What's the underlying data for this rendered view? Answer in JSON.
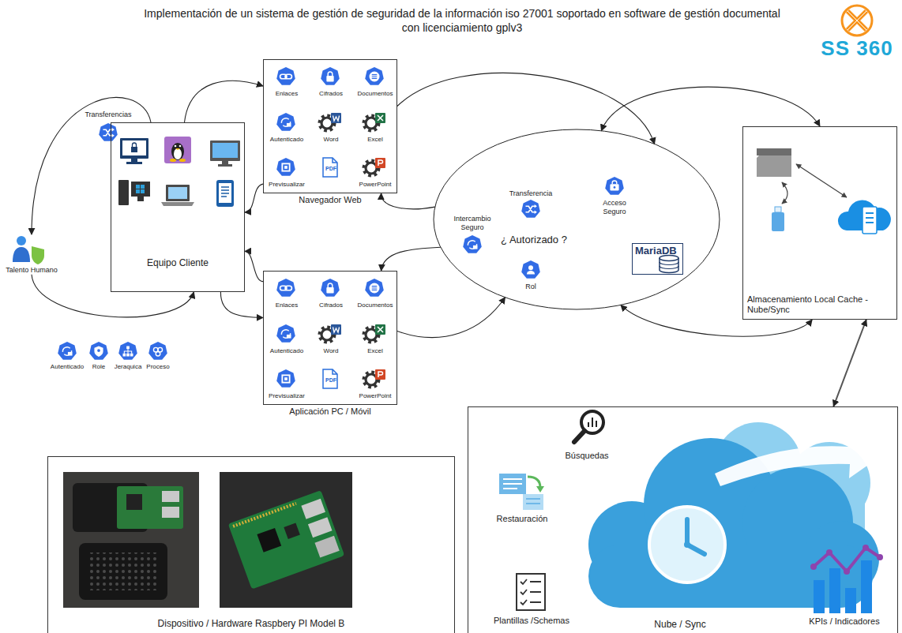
{
  "diagram": {
    "title": "Implementación de un sistema de gestión de seguridad de la información iso 27001 soportado en software de gestión documental con licenciamiento gplv3",
    "nodes": [
      {
        "text": [
          "Transferencias"
        ]
      },
      {
        "text": [
          "Navegador Web"
        ]
      },
      {
        "text": [
          "Enlaces"
        ],
        "in": 1
      },
      {
        "text": [
          "Cifrados"
        ],
        "in": 1
      },
      {
        "text": [
          "Documentos"
        ],
        "in": 1
      },
      {
        "text": [
          "Autenticado"
        ],
        "in": 1
      },
      {
        "text": [
          "Word"
        ],
        "in": 1
      },
      {
        "text": [
          "Excel"
        ],
        "in": 1
      },
      {
        "text": [
          "Previsualizar"
        ],
        "in": 1
      },
      {
        "text": [
          "PDF"
        ],
        "in": 1
      },
      {
        "text": [
          "PowerPoint"
        ],
        "in": 1
      },
      {
        "text": [
          "Talento Humano"
        ]
      },
      {
        "text": [
          "Equipo Cliente"
        ]
      },
      {
        "text": [
          "Autenticado"
        ]
      },
      {
        "text": [
          "Role"
        ]
      },
      {
        "text": [
          "Jeraquica"
        ]
      },
      {
        "text": [
          "Proceso"
        ]
      },
      {
        "text": [
          "Aplicación PC / Móvil"
        ]
      },
      {
        "text": [
          "Enlaces"
        ],
        "in": 17
      },
      {
        "text": [
          "Cifrados"
        ],
        "in": 17
      },
      {
        "text": [
          "Documentos"
        ],
        "in": 17
      },
      {
        "text": [
          "Autenticado"
        ],
        "in": 17
      },
      {
        "text": [
          "Word"
        ],
        "in": 17
      },
      {
        "text": [
          "Excel"
        ],
        "in": 17
      },
      {
        "text": [
          "Previsualizar"
        ],
        "in": 17
      },
      {
        "text": [
          "PDF"
        ],
        "in": 17
      },
      {
        "text": [
          "PowerPoint"
        ],
        "in": 17
      },
      {
        "text": [
          "¿ Autorizado ?"
        ]
      },
      {
        "text": [
          "Transferencia"
        ],
        "in": 27
      },
      {
        "text": [
          "Acceso Seguro"
        ],
        "in": 27
      },
      {
        "text": [
          "Intercambio Seguro"
        ],
        "in": 27
      },
      {
        "text": [
          "MariaDB"
        ],
        "in": 27
      },
      {
        "text": [
          "Rol"
        ],
        "in": 27
      },
      {
        "text": [
          "Almacenamiento Local Cache - Nube/Sync"
        ]
      },
      {
        "text": [
          "Dispositivo / Hardware Raspbery PI Model B"
        ]
      },
      {
        "text": [
          "Nube / Sync"
        ]
      },
      {
        "text": [
          "Búsquedas"
        ],
        "in": 35
      },
      {
        "text": [
          "Restauración"
        ],
        "in": 35
      },
      {
        "text": [
          "Plantillas /Schemas"
        ],
        "in": 35
      },
      {
        "text": [
          "KPIs / Indicadores"
        ],
        "in": 35
      }
    ],
    "edges": [
      {
        "from": 12,
        "to": 1,
        "arrow": "to"
      },
      {
        "from": 1,
        "to": 12,
        "arrow": "to"
      },
      {
        "from": 1,
        "to": 27,
        "arrow": "to"
      },
      {
        "from": 27,
        "to": 1,
        "arrow": "to"
      },
      {
        "from": 27,
        "to": 17,
        "arrow": "to"
      },
      {
        "from": 17,
        "to": 27,
        "arrow": "to"
      },
      {
        "from": 17,
        "to": 12,
        "arrow": "to"
      },
      {
        "from": 12,
        "to": 17,
        "arrow": "to"
      },
      {
        "from": 12,
        "to": 11,
        "arrow": "to"
      },
      {
        "from": 11,
        "to": 12,
        "arrow": "to"
      },
      {
        "from": 27,
        "to": 33,
        "arrow": "both"
      },
      {
        "from": 27,
        "to": 33,
        "arrow": "both"
      },
      {
        "from": 33,
        "to": 35,
        "arrow": "both"
      }
    ],
    "labels": [
      "SS 360"
    ]
  }
}
